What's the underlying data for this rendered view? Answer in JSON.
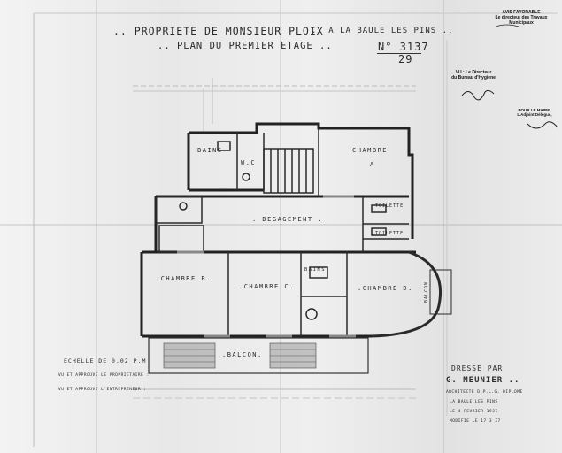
{
  "title": {
    "line1_left": ".. PROPRIETE DE MONSIEUR PLOIX",
    "line1_right": ".. A LA BAULE LES PINS ..",
    "line2": ".. PLAN DU PREMIER ETAGE ..",
    "number": "N° 3137",
    "sheet": "29"
  },
  "stamps": {
    "avis_title": "AVIS FAVORABLE",
    "avis_body": "Le directeur des Travaux Municipaux",
    "vu_line1": "VU : Le Directeur",
    "vu_line2": "du Bureau d'Hygiène",
    "pour_line1": "POUR LE MAIRE,",
    "pour_line2": "L'Adjoint Délégué,"
  },
  "rooms": {
    "bains_top": "BAINS",
    "wc": "W.C",
    "chambre_a": "CHAMBRE",
    "chambre_a_letter": "A",
    "toilette_1": "TOILETTE",
    "toilette_2": "TOILETTE",
    "degagement": ". DEGAGEMENT .",
    "chambre_b": ".CHAMBRE B.",
    "chambre_c": ".CHAMBRE C.",
    "bains_mid": "BAINS",
    "chambre_d": ".CHAMBRE D.",
    "balcon_side": "BALCON",
    "balcon": ".BALCON."
  },
  "notes": {
    "echelle": "ECHELLE DE 0.02 P.M",
    "approuve_1": "VU ET APPROUVE LE PROPRIETAIRE :",
    "approuve_2": "VU ET APPROUVE L'ENTREPRENEUR :"
  },
  "architect": {
    "dresse": "DRESSE PAR",
    "name": "G. MEUNIER ..",
    "role": "ARCHITECTE D.P.L.G. DIPLOME",
    "place": "LA BAULE LES PINS",
    "date": "LE 4 FEVRIER 1937",
    "modif": "MODIFIE LE 17 3 37"
  }
}
